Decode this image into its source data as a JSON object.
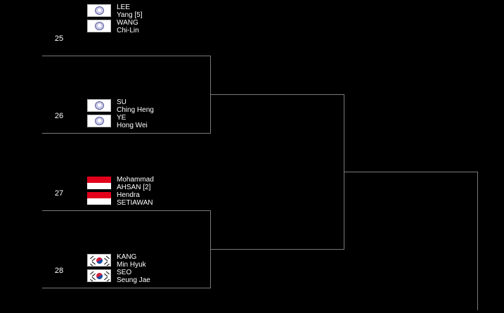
{
  "matches": [
    {
      "seed": "25",
      "players": [
        {
          "first": "LEE",
          "last": "Yang [5]",
          "country": "TPE"
        },
        {
          "first": "WANG",
          "last": "Chi-Lin",
          "country": "TPE"
        }
      ]
    },
    {
      "seed": "26",
      "players": [
        {
          "first": "SU",
          "last": "Ching Heng",
          "country": "TPE"
        },
        {
          "first": "YE",
          "last": "Hong Wei",
          "country": "TPE"
        }
      ]
    },
    {
      "seed": "27",
      "players": [
        {
          "first": "Mohammad",
          "last": "AHSAN [2]",
          "country": "INA"
        },
        {
          "first": "Hendra",
          "last": "SETIAWAN",
          "country": "INA"
        }
      ]
    },
    {
      "seed": "28",
      "players": [
        {
          "first": "KANG",
          "last": "Min Hyuk",
          "country": "KOR"
        },
        {
          "first": "SEO",
          "last": "Seung Jae",
          "country": "KOR"
        }
      ]
    }
  ],
  "colors": {
    "background": "#000000",
    "text": "#ffffff",
    "bracket_line": "#7a7a7a"
  }
}
